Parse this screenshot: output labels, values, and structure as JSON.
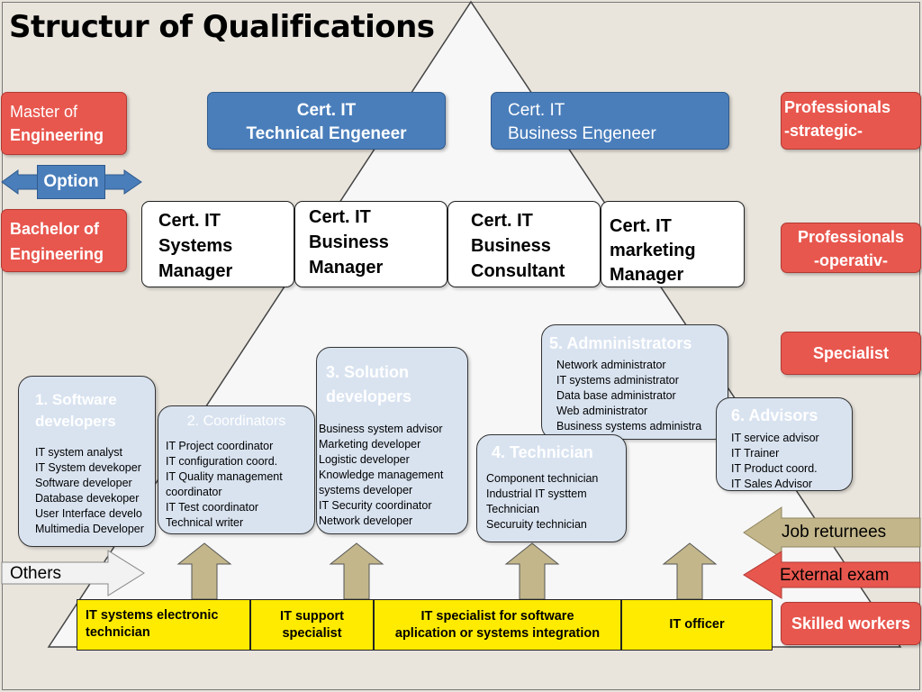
{
  "title": "Structur of Qualifications",
  "left_column": {
    "master": [
      "Master of",
      "Engineering"
    ],
    "option": "Option",
    "bachelor": [
      "Bachelor of",
      "Engineering"
    ]
  },
  "top_certs": {
    "technical": [
      "Cert. IT",
      "Technical Engeneer"
    ],
    "business": [
      "Cert. IT",
      "Business Engeneer"
    ]
  },
  "managers": [
    [
      "Cert. IT",
      "Systems",
      "Manager"
    ],
    [
      "Cert. IT",
      "Business",
      "Manager"
    ],
    [
      "Cert. IT",
      "Business",
      "Consultant"
    ],
    [
      "Cert. IT",
      "marketing",
      "Manager"
    ]
  ],
  "right_column": {
    "strategic": [
      "Professionals",
      "-strategic-"
    ],
    "operativ": [
      "Professionals",
      "-operativ-"
    ],
    "specialist": "Specialist",
    "job_returnees": "Job returnees",
    "external_exam": "External exam",
    "skilled_workers": "Skilled workers"
  },
  "groups": {
    "software": {
      "head": [
        "1. Software",
        "developers"
      ],
      "items": [
        "IT system analyst",
        "IT System devekoper",
        "Software developer",
        "Database devekoper",
        "User Interface develo",
        "Multimedia Developer"
      ]
    },
    "coordinators": {
      "head": "2. Coordinators",
      "items": [
        "IT Project coordinator",
        "IT configuration coord.",
        "IT Quality management",
        "coordinator",
        "IT Test coordinator",
        "Technical writer"
      ]
    },
    "solution": {
      "head": [
        "3. Solution",
        "developers"
      ],
      "items": [
        "Business system  advisor",
        "Marketing developer",
        "Logistic developer",
        "Knowledge management",
        "systems developer",
        "IT Security coordinator",
        "Network developer"
      ]
    },
    "technician": {
      "head": "4. Technician",
      "items": [
        "Component technician",
        "Industrial IT systtem",
        "Technician",
        "Securuity technician"
      ]
    },
    "administrators": {
      "head": "5. Admninistrators",
      "items": [
        "Network administrator",
        "IT systems administrator",
        "Data base administrator",
        "Web administrator",
        "Business systems administra"
      ]
    },
    "advisors": {
      "head": "6. Advisors",
      "items": [
        "IT service advisor",
        "IT Trainer",
        "IT Product coord.",
        "IT Sales Advisor"
      ]
    }
  },
  "others": "Others",
  "base": [
    [
      "IT systems electronic",
      "technician"
    ],
    [
      "IT support",
      "specialist"
    ],
    [
      "IT specialist for software",
      "aplication or systems integration"
    ],
    [
      "IT officer"
    ]
  ],
  "colors": {
    "red": "#e8574e",
    "blue": "#4a7ebb",
    "light_blue": "#d9e3f0",
    "yellow": "#ffeb00",
    "olive": "#c3b68a"
  }
}
